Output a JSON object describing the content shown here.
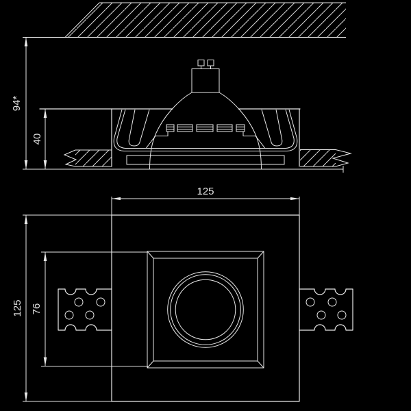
{
  "colors": {
    "background": "#000000",
    "line": "#e9e9e9",
    "text": "#e2e2e2"
  },
  "section_view": {
    "dim_total_height": "94*",
    "dim_recess_depth": "40"
  },
  "plan_view": {
    "dim_width": "125",
    "dim_height": "125",
    "dim_opening_height": "76"
  }
}
